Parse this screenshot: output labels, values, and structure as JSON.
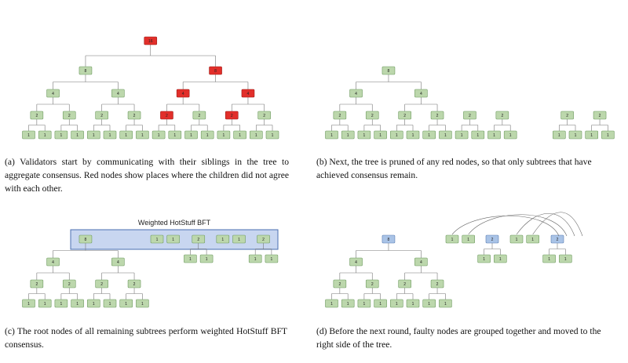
{
  "colors": {
    "green_fill": "#bcd7ac",
    "green_stroke": "#6f9b61",
    "red_fill": "#e22f2a",
    "red_stroke": "#9c1b17",
    "blue_fill": "#a9c3e6",
    "blue_stroke": "#5b7fb3",
    "edge": "#777777",
    "band_fill": "#c8d6f0",
    "band_stroke": "#4a6fb0"
  },
  "panel_a": {
    "caption": "(a) Validators start by communicating with their siblings in the tree to aggregate consensus. Red nodes show places where the children did not agree with each other.",
    "nodes": [
      {
        "label": "16",
        "color": "red"
      },
      {
        "label": "8",
        "color": "green"
      },
      {
        "label": "8",
        "color": "red"
      },
      {
        "label": "4",
        "color": "green"
      },
      {
        "label": "4",
        "color": "green"
      },
      {
        "label": "4",
        "color": "red"
      },
      {
        "label": "4",
        "color": "red"
      },
      {
        "label": "2",
        "color": "green"
      },
      {
        "label": "2",
        "color": "green"
      },
      {
        "label": "2",
        "color": "green"
      },
      {
        "label": "2",
        "color": "green"
      },
      {
        "label": "2",
        "color": "red"
      },
      {
        "label": "2",
        "color": "green"
      },
      {
        "label": "2",
        "color": "red"
      },
      {
        "label": "2",
        "color": "green"
      },
      {
        "label": "1",
        "color": "green"
      }
    ]
  },
  "panel_b": {
    "caption": "(b) Next, the tree is pruned of any red nodes, so that only subtrees that have achieved consensus remain.",
    "nodes": [
      {
        "label": "8",
        "color": "green"
      },
      {
        "label": "4",
        "color": "green"
      },
      {
        "label": "2",
        "color": "green"
      },
      {
        "label": "1",
        "color": "green"
      }
    ]
  },
  "panel_c": {
    "title": "Weighted HotStuff BFT",
    "caption": "(c) The root nodes of all remaining subtrees perform weighted HotStuff BFT consensus.",
    "nodes": [
      {
        "label": "8",
        "color": "green"
      },
      {
        "label": "4",
        "color": "green"
      },
      {
        "label": "2",
        "color": "green"
      },
      {
        "label": "1",
        "color": "green"
      }
    ]
  },
  "panel_d": {
    "caption": "(d) Before the next round, faulty nodes are grouped together and moved to the right side of the tree.",
    "nodes": [
      {
        "label": "8",
        "color": "blue"
      },
      {
        "label": "4",
        "color": "green"
      },
      {
        "label": "2",
        "color": "green"
      },
      {
        "label": "2",
        "color": "blue"
      },
      {
        "label": "1",
        "color": "green"
      }
    ]
  }
}
